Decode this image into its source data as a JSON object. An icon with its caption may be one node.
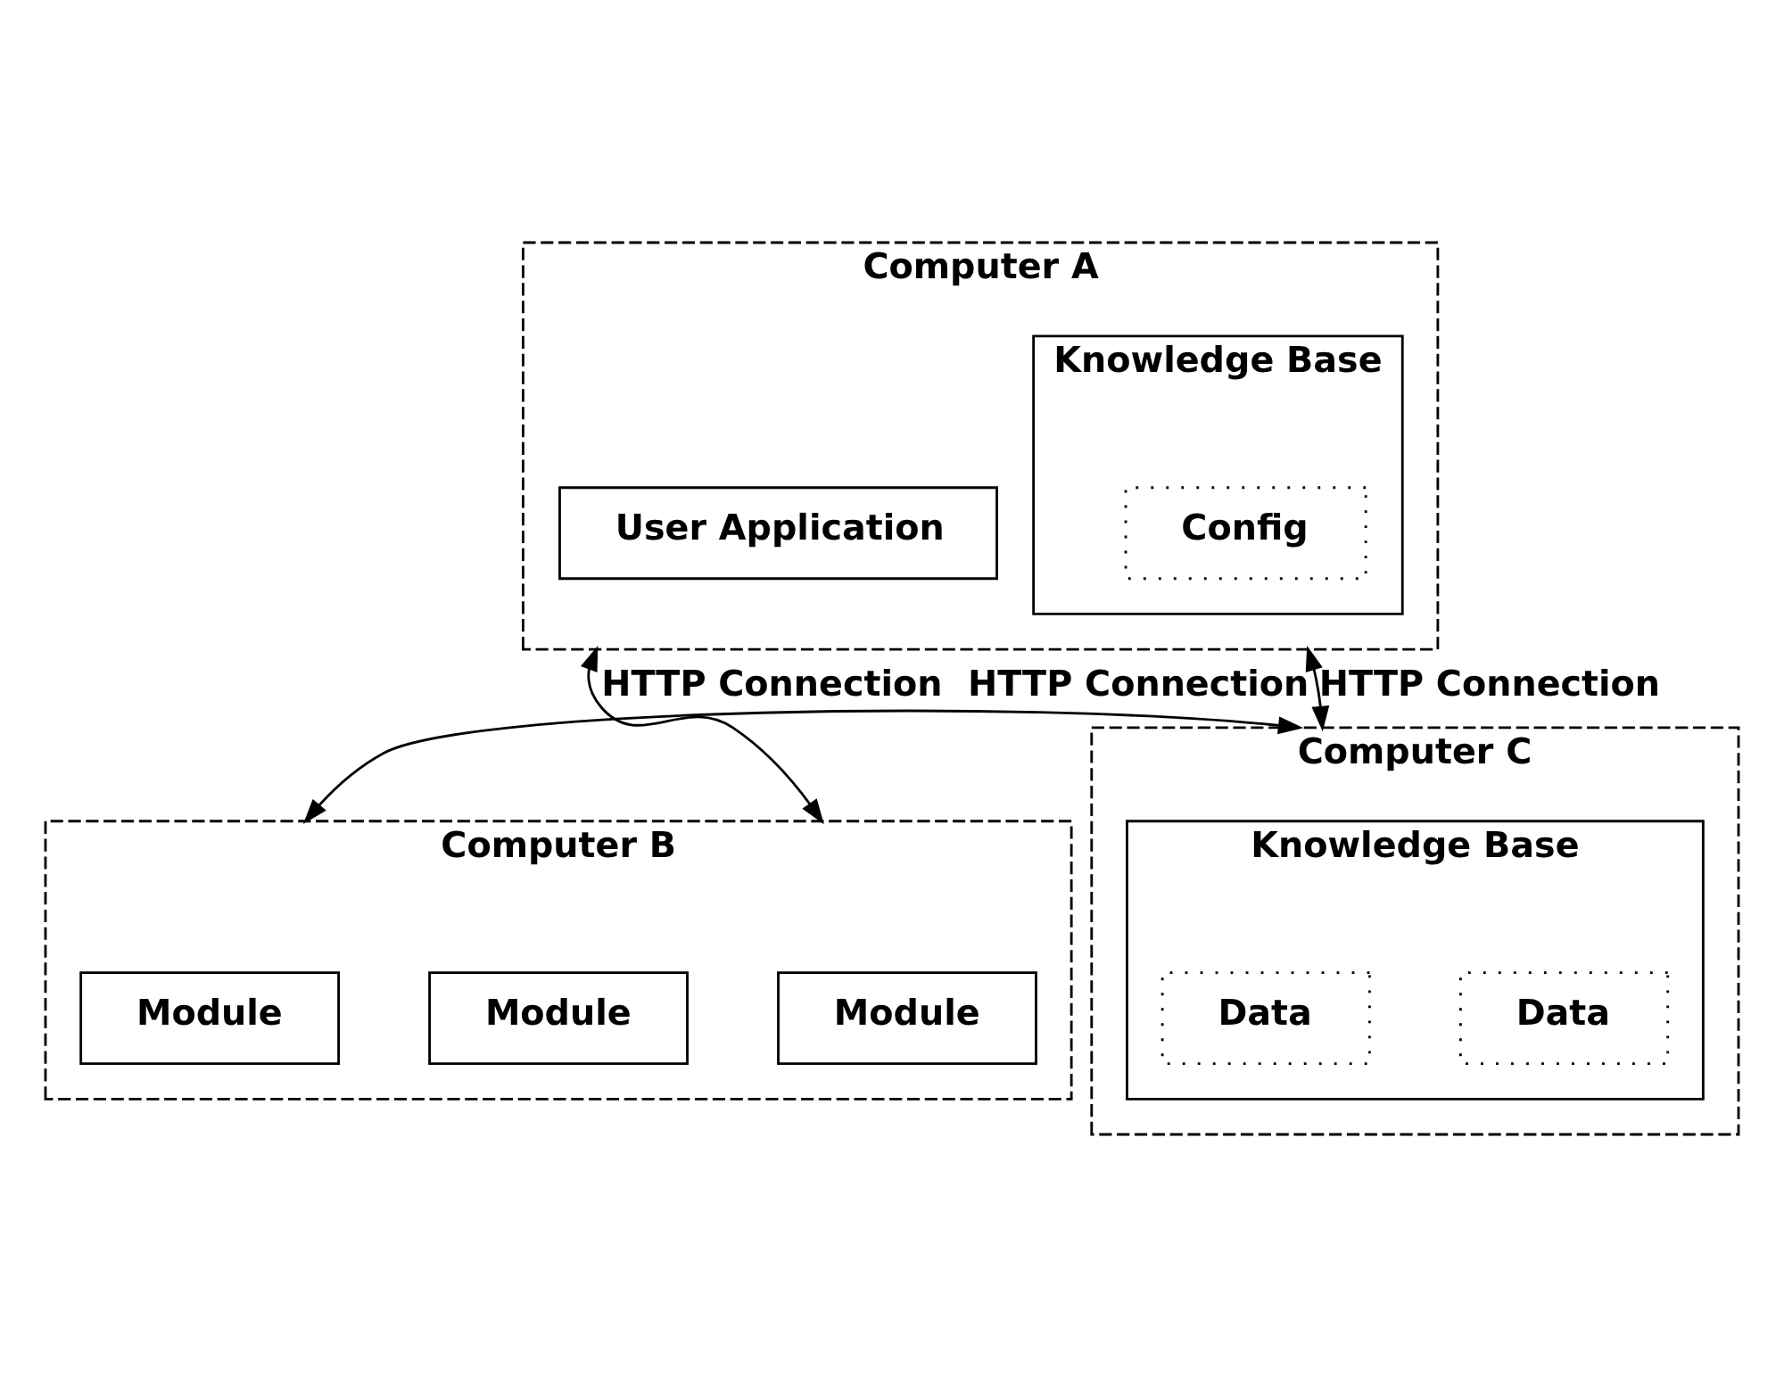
{
  "diagram": {
    "nodes": [
      {
        "text": [
          "Computer A"
        ]
      },
      {
        "text": [
          "User Application"
        ],
        "in": 0
      },
      {
        "text": [
          "Knowledge Base"
        ],
        "in": 0
      },
      {
        "text": [
          "Config"
        ],
        "in": 2
      },
      {
        "text": [
          "Computer B"
        ]
      },
      {
        "text": [
          "Module"
        ],
        "in": 4
      },
      {
        "text": [
          "Module"
        ],
        "in": 4
      },
      {
        "text": [
          "Module"
        ],
        "in": 4
      },
      {
        "text": [
          "Computer C"
        ]
      },
      {
        "text": [
          "Knowledge Base"
        ],
        "in": 8
      },
      {
        "text": [
          "Data"
        ],
        "in": 9
      },
      {
        "text": [
          "Data"
        ],
        "in": 9
      }
    ],
    "edges": [
      {
        "from": 0,
        "to": 4,
        "arrow": "both",
        "label": "HTTP Connection"
      },
      {
        "from": 0,
        "to": 8,
        "arrow": "both",
        "label": "HTTP Connection"
      },
      {
        "from": 4,
        "to": 8,
        "arrow": "both",
        "label": "HTTP Connection"
      }
    ]
  }
}
